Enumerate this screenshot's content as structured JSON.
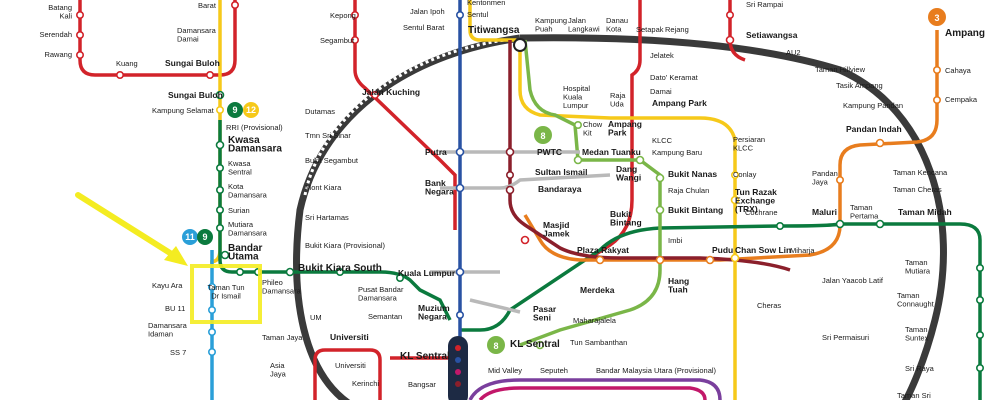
{
  "colors": {
    "red": "#d2232a",
    "yellow": "#f6c91a",
    "green": "#0b7a3e",
    "lime": "#7ab648",
    "orange": "#e87d1e",
    "maroon": "#8b1f2b",
    "blue": "#2952a3",
    "grey": "#b9b9b9",
    "purple": "#7a3f9d",
    "magenta": "#c2186a",
    "cyan": "#2a9fd8",
    "black": "#222222",
    "callout_arrow": "#f4ec21",
    "callout_box": "#f4ec21"
  },
  "badges": {
    "ampang": "3",
    "kwasa_9": "9",
    "kwasa_12": "12",
    "bu_11": "11",
    "bu_9": "9",
    "hospital_8": "8",
    "kls_8": "8"
  },
  "stations": {
    "batang_kali": "Batang\nKali",
    "serendah": "Serendah",
    "rawang": "Rawang",
    "kuang": "Kuang",
    "sungai_buloh_top": "Sungai Buloh",
    "barat": "Barat",
    "damansara_damai": "Damansara\nDamai",
    "sungai_buloh": "Sungai Buloh",
    "kampung_selamat": "Kampung Selamat",
    "rri": "RRI (Provisional)",
    "kwasa": "Kwasa\nDamansara",
    "kwasa_sentral": "Kwasa\nSentral",
    "kota_damansara": "Kota\nDamansara",
    "surian": "Surian",
    "mutiara": "Mutiara\nDamansara",
    "bandar_utama": "Bandar\nUtama",
    "kayu_ara": "Kayu Ara",
    "bu11": "BU 11",
    "damansara_idaman": "Damansara\nIdaman",
    "ss7": "SS 7",
    "ttdi": "Taman Tun\nDr Ismail",
    "phileo": "Phileo\nDamansara",
    "taman_jaya": "Taman Jaya",
    "asia_jaya": "Asia\nJaya",
    "um": "UM",
    "universiti": "Universiti",
    "kerinchi": "Kerinchi",
    "kepong": "Kepong",
    "segambut": "Segambut",
    "jalan_ipoh": "Jalan Ipoh",
    "sentul_barat": "Sentul Barat",
    "kentonmen": "Kentonmen",
    "sentul": "Sentul",
    "titiwangsa": "Titiwangsa",
    "jalan_kuching": "Jalan Kuching",
    "dutamas": "Dutamas",
    "tmn_sri_sinar": "Tmn Sri Sinar",
    "bukit_segambut": "Bukit Segambut",
    "mont_kiara": "Mont Kiara",
    "sri_hartamas": "Sri Hartamas",
    "bukit_kiara_prov": "Bukit Kiara (Provisional)",
    "bukit_kiara_south": "Bukit Kiara South",
    "pusat_bandar": "Pusat Bandar\nDamansara",
    "semantan": "Semantan",
    "putra": "Putra",
    "bank_negara": "Bank\nNegara",
    "kuala_lumpur": "Kuala Lumpur",
    "muzium": "Muzium\nNegara",
    "kl_sentral_small": "KL Sentral",
    "bangsar": "Bangsar",
    "kampung_puah": "Kampung\nPuah",
    "jalan_langkawi": "Jalan\nLangkawi",
    "danau_kota": "Danau\nKota",
    "setapak": "Setapak",
    "rejang": "Rejang",
    "hospital_kl": "Hospital\nKuala\nLumpur",
    "raja_uda": "Raja\nUda",
    "chow_kit": "Chow\nKit",
    "pwtc": "PWTC",
    "medan_tuanku": "Medan Tuanku",
    "sultan_ismail": "Sultan Ismail",
    "bandaraya": "Bandaraya",
    "masjid_jamek": "Masjid\nJamek",
    "dang_wangi": "Dang\nWangi",
    "ampang_park": "Ampang\nPark",
    "ampang_park_2": "Ampang Park",
    "jelatek": "Jelatek",
    "dato_keramat": "Dato' Keramat",
    "damai": "Damai",
    "klcc": "KLCC",
    "kampung_baru": "Kampung Baru",
    "persiaran_klcc": "Persiaran\nKLCC",
    "conlay": "Conlay",
    "bukit_nanas": "Bukit Nanas",
    "raja_chulan": "Raja Chulan",
    "bukit_bintang": "Bukit Bintang",
    "bukit_bintang_2": "Bukit\nBintang",
    "imbi": "Imbi",
    "trx": "Tun Razak\nExchange\n(TRX)",
    "plaza_rakyat": "Plaza Rakyat",
    "pudu": "Pudu",
    "chan_sow_lin": "Chan Sow Lin",
    "merdeka": "Merdeka",
    "hang_tuah": "Hang\nTuah",
    "pasar_seni": "Pasar\nSeni",
    "kl_sentral": "KL Sentral",
    "maharajalela": "Maharajalela",
    "tun_sambanthan": "Tun Sambanthan",
    "mid_valley": "Mid Valley",
    "seputeh": "Seputeh",
    "bandar_malaysia_utara": "Bandar Malaysia Utara (Provisional)",
    "cheras": "Cheras",
    "sri_rampai": "Sri Rampai",
    "setiawangsa": "Setiawangsa",
    "au2": "AU2",
    "taman_hillview": "Taman Hillview",
    "tasik_ampang": "Tasik Ampang",
    "kampung_pandan": "Kampung Pandan",
    "pandan_indah": "Pandan Indah",
    "pandan_jaya": "Pandan\nJaya",
    "taman_kencana": "Taman Kencana",
    "taman_cheras": "Taman Cheras",
    "cochrane": "Cochrane",
    "maluri": "Maluri",
    "taman_pertama": "Taman\nPertama",
    "taman_midah": "Taman Midah",
    "miharja": "Miharja",
    "jalan_yaacob": "Jalan Yaacob Latif",
    "taman_mutiara": "Taman\nMutiara",
    "taman_connaught": "Taman\nConnaught",
    "taman_suntex": "Taman\nSuntex",
    "sri_permaisuri": "Sri Permaisuri",
    "sri_raya": "Sri Raya",
    "taman_sri": "Taman Sri",
    "ampang": "Ampang",
    "cahaya": "Cahaya",
    "cempaka": "Cempaka"
  }
}
